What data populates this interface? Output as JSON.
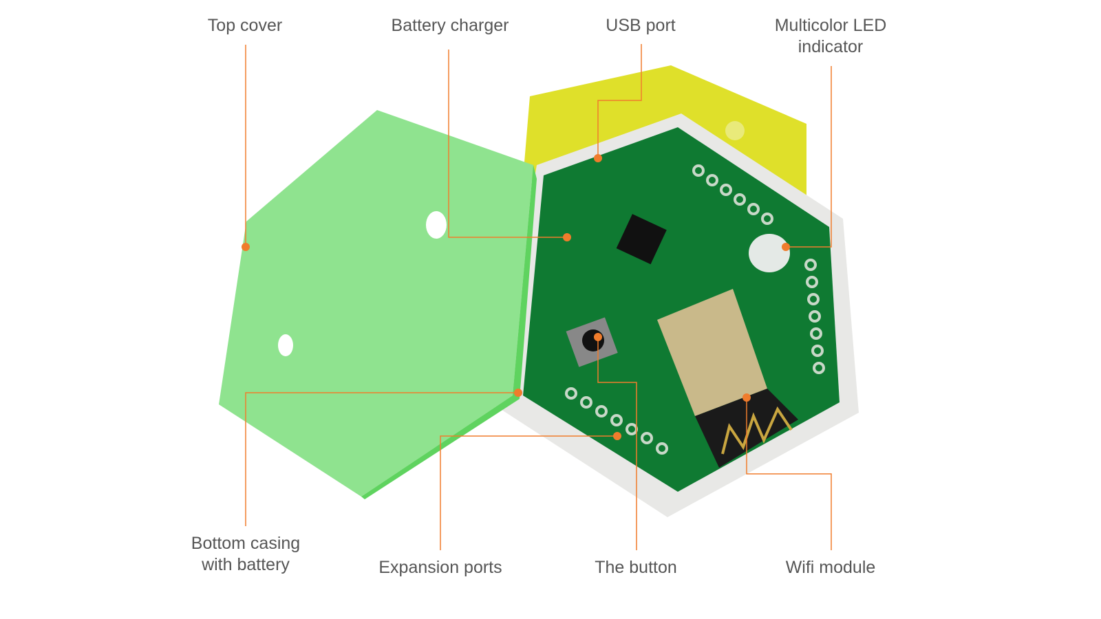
{
  "labels": {
    "top_cover": "Top cover",
    "battery_charger": "Battery charger",
    "usb_port": "USB port",
    "led_line1": "Multicolor LED",
    "led_line2": "indicator",
    "bottom_line1": "Bottom casing",
    "bottom_line2": "with battery",
    "expansion_ports": "Expansion ports",
    "the_button": "The button",
    "wifi_module": "Wifi module"
  },
  "colors": {
    "leader": "#f07c2c",
    "cover": "#8fe38f",
    "pcb": "#0f7a32",
    "casing": "#e8e8e6",
    "yellow": "#dfe02a"
  }
}
